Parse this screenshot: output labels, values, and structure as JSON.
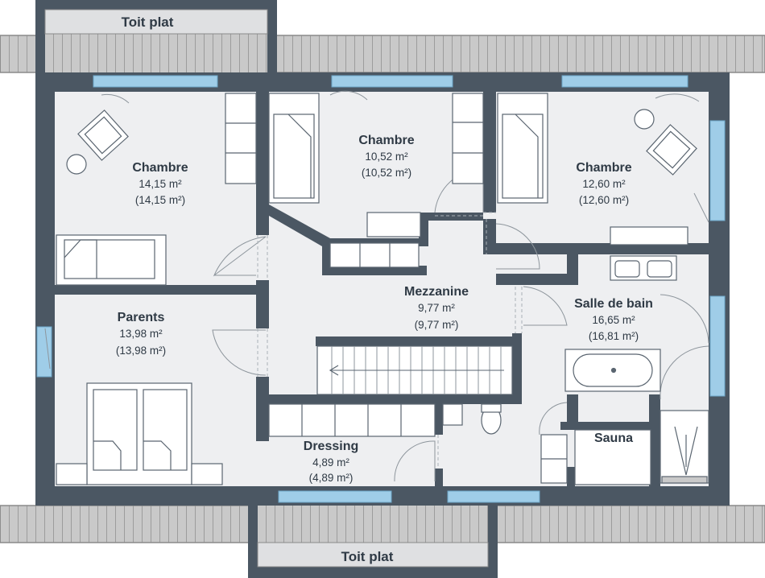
{
  "roof": {
    "top_label": "Toit plat",
    "bottom_label": "Toit plat"
  },
  "rooms": [
    {
      "id": "chambre-1",
      "name": "Chambre",
      "area": "14,15 m²",
      "area_total": "(14,15 m²)"
    },
    {
      "id": "chambre-2",
      "name": "Chambre",
      "area": "10,52 m²",
      "area_total": "(10,52 m²)"
    },
    {
      "id": "chambre-3",
      "name": "Chambre",
      "area": "12,60 m²",
      "area_total": "(12,60 m²)"
    },
    {
      "id": "parents",
      "name": "Parents",
      "area": "13,98 m²",
      "area_total": "(13,98 m²)"
    },
    {
      "id": "mezzanine",
      "name": "Mezzanine",
      "area": "9,77 m²",
      "area_total": "(9,77 m²)"
    },
    {
      "id": "salle-de-bain",
      "name": "Salle de bain",
      "area": "16,65 m²",
      "area_total": "(16,81 m²)"
    },
    {
      "id": "dressing",
      "name": "Dressing",
      "area": "4,89 m²",
      "area_total": "(4,89 m²)"
    },
    {
      "id": "sauna",
      "name": "Sauna"
    }
  ],
  "colors": {
    "wall": "#4b5763",
    "floor": "#eeeff1",
    "window": "#9fcde8",
    "roof": "#c9c9c9",
    "furniture_stroke": "#5a6570"
  }
}
